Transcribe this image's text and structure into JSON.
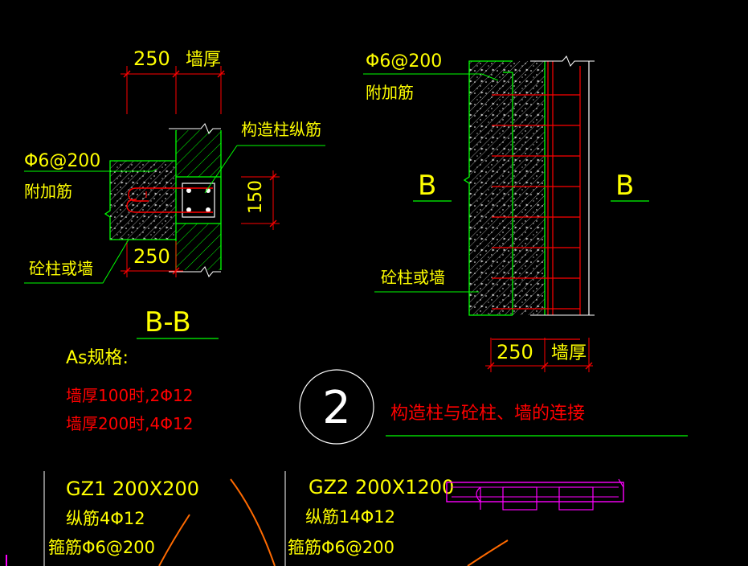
{
  "colors": {
    "background": "#000000",
    "yellow": "#ffff00",
    "red": "#ff0000",
    "green": "#00ff00",
    "white": "#ffffff",
    "orange": "#ff6a00",
    "magenta": "#ff00ff"
  },
  "left_detail": {
    "dim_250_top": "250",
    "dim_wall_top": "墙厚",
    "rebar_spec": "Φ6@200",
    "rebar_name": "附加筋",
    "column_rebar": "构造柱纵筋",
    "dim_150": "150",
    "dim_250_bottom": "250",
    "base_label": "砼柱或墙",
    "section_label": "B-B"
  },
  "right_detail": {
    "rebar_spec": "Φ6@200",
    "rebar_name": "附加筋",
    "cut_left": "B",
    "cut_right": "B",
    "base_label": "砼柱或墙",
    "dim_250": "250",
    "dim_wall": "墙厚"
  },
  "as_spec": {
    "title": "As规格:",
    "line1": "墙厚100时,2Φ12",
    "line2": "墙厚200时,4Φ12"
  },
  "detail_marker": {
    "number": "2",
    "title": "构造柱与砼柱、墙的连接"
  },
  "gz1": {
    "title": "GZ1 200X200",
    "main_rebar": "纵筋4Φ12",
    "stirrup": "箍筋Φ6@200"
  },
  "gz2": {
    "title": "GZ2 200X1200",
    "main_rebar": "纵筋14Φ12",
    "stirrup": "箍筋Φ6@200"
  }
}
